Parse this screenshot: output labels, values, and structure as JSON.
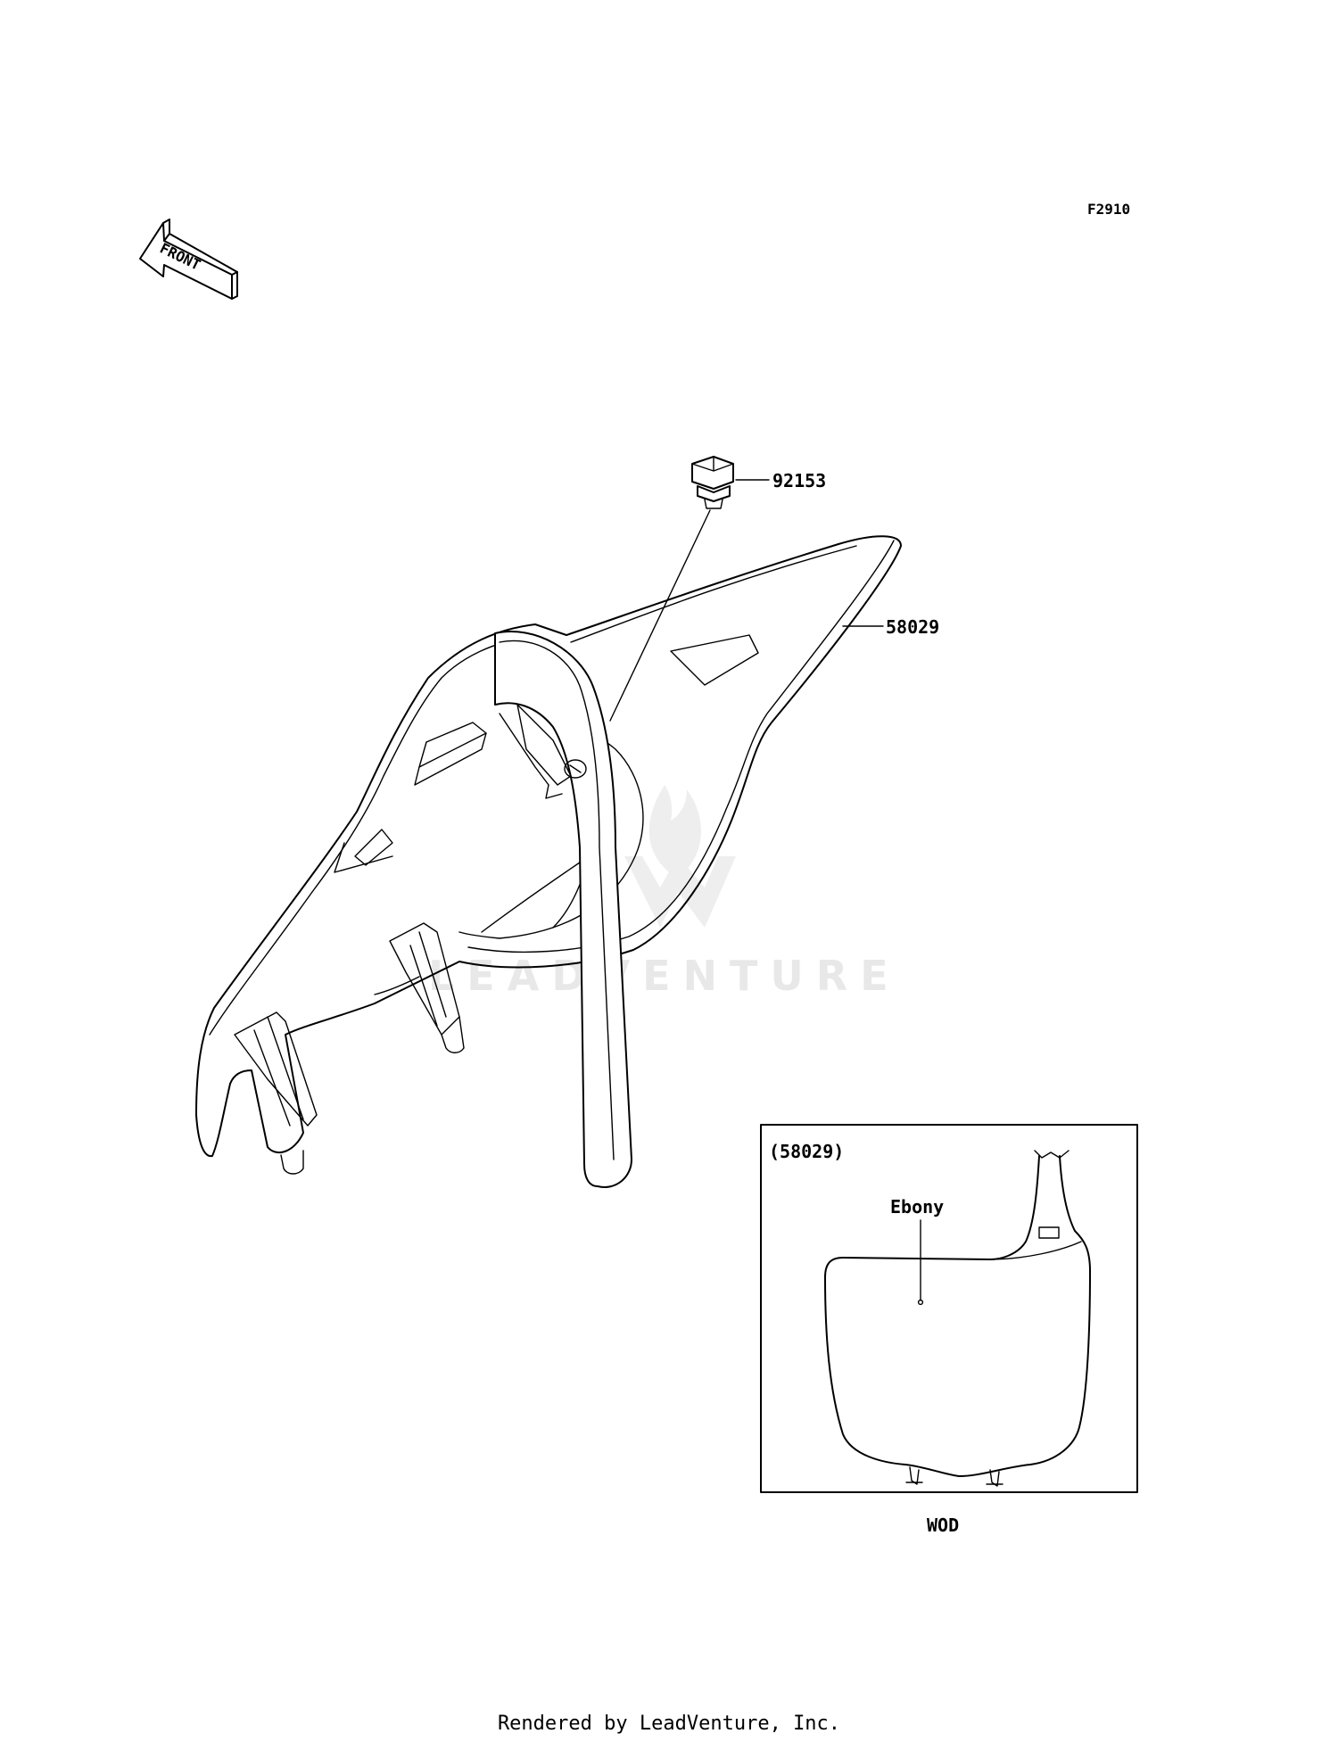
{
  "diagram": {
    "figure_code": "F2910",
    "front_arrow": {
      "text": "FRONT",
      "icon": "front-direction-arrow-icon"
    },
    "callouts": {
      "bolt": "92153",
      "number_plate": "58029"
    },
    "watermark": "LEADVENTURE",
    "inset": {
      "part_ref": "(58029)",
      "color_label": "Ebony",
      "region_label": "WOD"
    }
  },
  "footer": {
    "text": "Rendered by LeadVenture, Inc."
  }
}
